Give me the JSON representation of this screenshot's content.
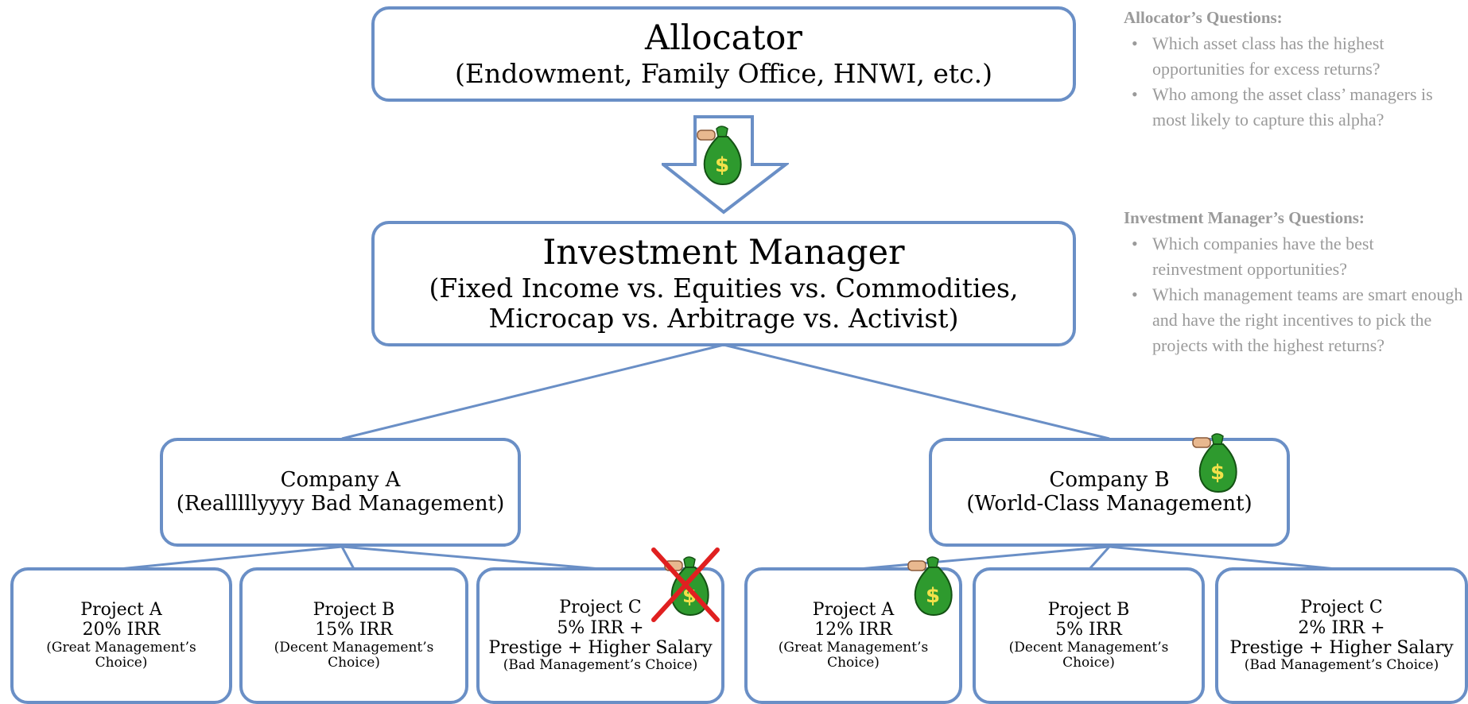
{
  "allocator": {
    "title": "Allocator",
    "subtitle": "(Endowment, Family Office, HNWI, etc.)"
  },
  "manager": {
    "title": "Investment Manager",
    "line1": "(Fixed Income vs. Equities vs. Commodities,",
    "line2": "Microcap vs. Arbitrage vs. Activist)"
  },
  "company_a": {
    "title": "Company A",
    "subtitle": "(Realllllyyyy Bad Management)"
  },
  "company_b": {
    "title": "Company B",
    "subtitle": "(World-Class Management)"
  },
  "projects_a": [
    {
      "name": "Project A",
      "irr": "20% IRR",
      "note1": "(Great Management’s",
      "note2": "Choice)"
    },
    {
      "name": "Project B",
      "irr": "15% IRR",
      "note1": "(Decent Management’s",
      "note2": "Choice)"
    },
    {
      "name": "Project C",
      "irr": "5% IRR +",
      "extra": "Prestige + Higher Salary",
      "note1": "(Bad Management’s Choice)"
    }
  ],
  "projects_b": [
    {
      "name": "Project A",
      "irr": "12% IRR",
      "note1": "(Great Management’s",
      "note2": "Choice)"
    },
    {
      "name": "Project B",
      "irr": "5% IRR",
      "note1": "(Decent Management’s",
      "note2": "Choice)"
    },
    {
      "name": "Project C",
      "irr": "2% IRR +",
      "extra": "Prestige + Higher Salary",
      "note1": "(Bad Management’s Choice)"
    }
  ],
  "allocator_questions": {
    "heading": "Allocator’s Questions:",
    "items": [
      "Which asset class has the highest opportunities for excess returns?",
      "Who among the asset class’ managers is most likely to capture this alpha?"
    ]
  },
  "manager_questions": {
    "heading": "Investment Manager’s Questions:",
    "items": [
      "Which companies have the best reinvestment opportunities?",
      "Which management teams are smart enough and have the right incentives to pick the projects with the highest returns?"
    ]
  },
  "icons": {
    "money_bag": "money-bag-icon",
    "cross": "red-x-icon",
    "arrow": "down-arrow-icon"
  },
  "colors": {
    "border": "#6a8fc6",
    "side_text": "#9a9a9a",
    "bag": "#2e9a2e",
    "cross": "#e02020"
  }
}
